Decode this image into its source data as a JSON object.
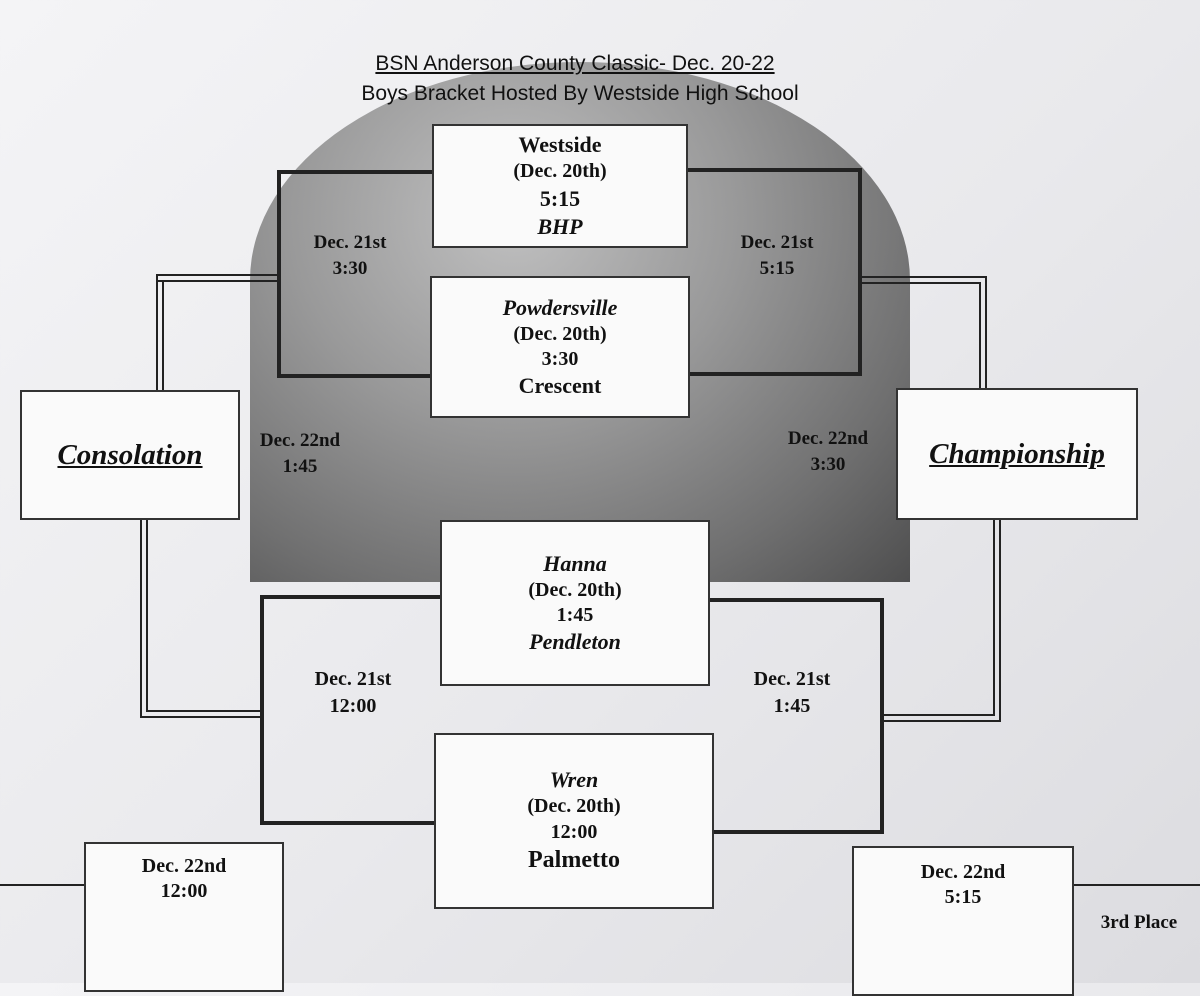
{
  "header": {
    "line1": "BSN Anderson County Classic- Dec. 20-22",
    "line2": "Boys Bracket Hosted By Westside High School"
  },
  "games": {
    "top": {
      "team1": "Westside",
      "date": "(Dec. 20th)",
      "time": "5:15",
      "team2": "BHP"
    },
    "second": {
      "team1": "Powdersville",
      "date": "(Dec. 20th)",
      "time": "3:30",
      "team2": "Crescent"
    },
    "third": {
      "team1": "Hanna",
      "date": "(Dec. 20th)",
      "time": "1:45",
      "team2": "Pendleton"
    },
    "bottom": {
      "team1": "Wren",
      "date": "(Dec. 20th)",
      "time": "12:00",
      "team2": "Palmetto"
    }
  },
  "semis": {
    "upper_left": {
      "date": "Dec. 21st",
      "time": "3:30"
    },
    "upper_right": {
      "date": "Dec. 21st",
      "time": "5:15"
    },
    "lower_left": {
      "date": "Dec. 21st",
      "time": "12:00"
    },
    "lower_right": {
      "date": "Dec. 21st",
      "time": "1:45"
    }
  },
  "finals": {
    "consolation_label": "Consolation",
    "consolation_date": "Dec. 22nd",
    "consolation_time": "1:45",
    "championship_label": "Championship",
    "championship_date": "Dec. 22nd",
    "championship_time": "3:30"
  },
  "placement": {
    "left_date": "Dec. 22nd",
    "left_time": "12:00",
    "right_date": "Dec. 22nd",
    "right_time": "5:15",
    "third_place_label": "3rd Place"
  }
}
